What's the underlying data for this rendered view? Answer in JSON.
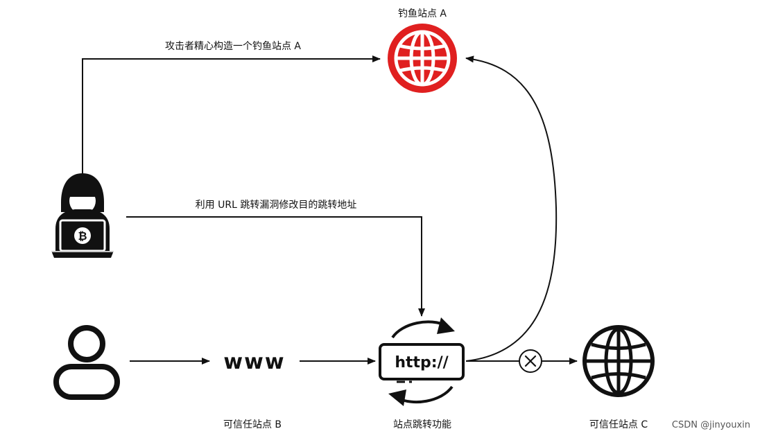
{
  "labels": {
    "phishing_site": "钓鱼站点 A",
    "attacker_builds": "攻击者精心构造一个钓鱼站点 A",
    "exploit_redirect": "利用 URL 跳转漏洞修改目的跳转地址",
    "trusted_site_b": "可信任站点 B",
    "redirect_function": "站点跳转功能",
    "trusted_site_c": "可信任站点 C",
    "http_text": "http://",
    "www_text": "www",
    "bitcoin_symbol": "₿"
  },
  "watermark": "CSDN @jinyouxin",
  "icons": {
    "attacker": "hacker-laptop-icon",
    "user": "user-icon",
    "www": "www-link-icon",
    "redirect": "http-redirect-icon",
    "phishing_globe": "globe-icon",
    "trusted_globe": "globe-icon",
    "blocked": "blocked-x-icon"
  },
  "colors": {
    "phishing": "#e02020",
    "ink": "#111111"
  }
}
